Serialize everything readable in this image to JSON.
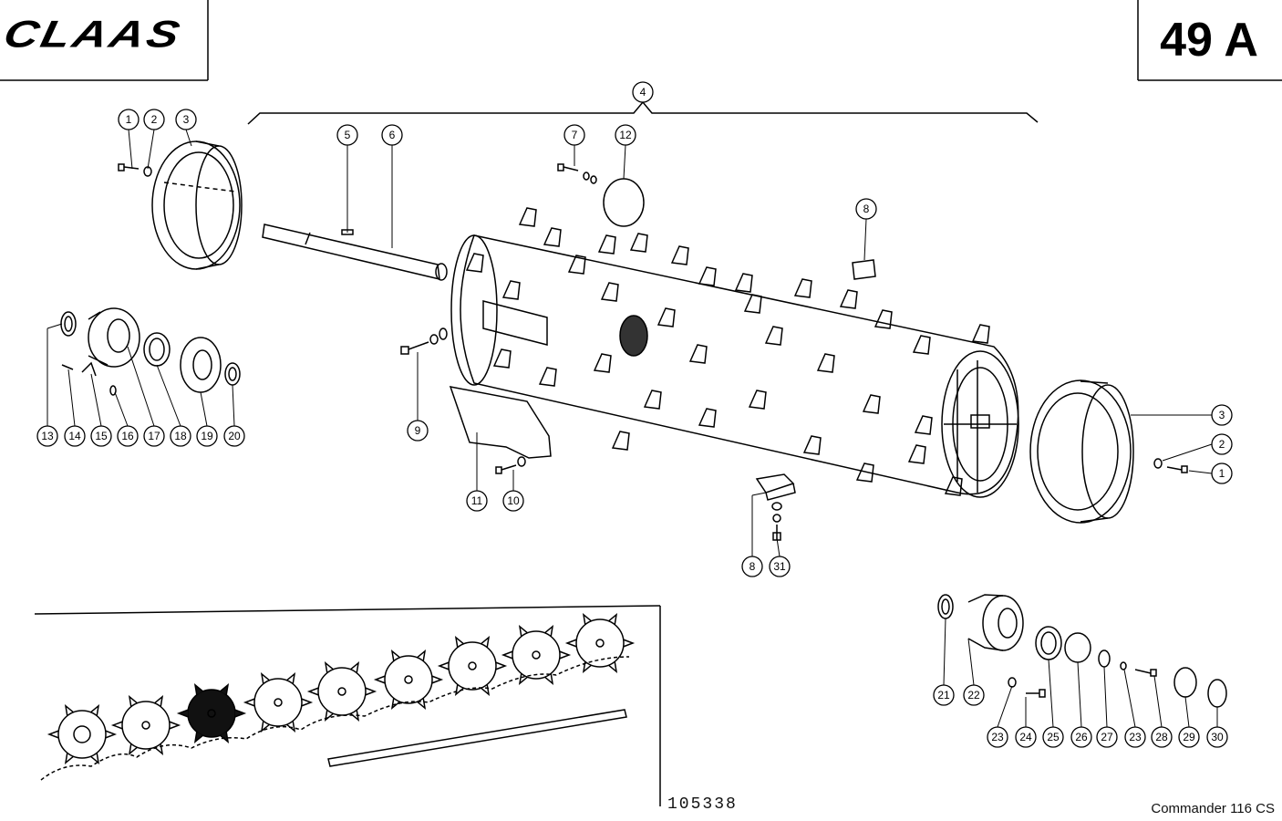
{
  "header": {
    "brand": "CLAAS",
    "page_code": "49 A"
  },
  "footer": {
    "drawing_number": "105338",
    "model": "Commander 116 CS"
  },
  "callouts": [
    "1",
    "2",
    "3",
    "4",
    "5",
    "6",
    "7",
    "8",
    "9",
    "10",
    "11",
    "12",
    "13",
    "14",
    "15",
    "16",
    "17",
    "18",
    "19",
    "20",
    "21",
    "22",
    "23",
    "24",
    "25",
    "26",
    "27",
    "28",
    "29",
    "30",
    "31"
  ]
}
